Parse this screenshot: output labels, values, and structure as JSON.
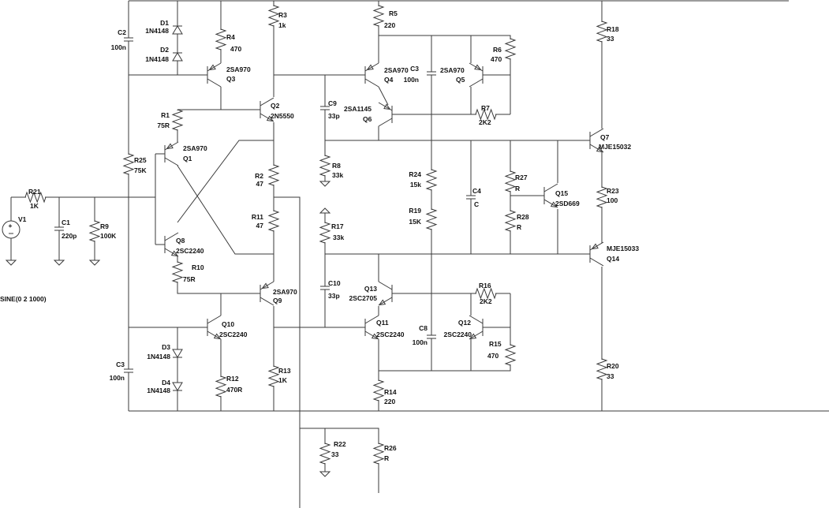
{
  "schematic": {
    "source_spec": "SINE(0 2 1000)",
    "components": [
      {
        "ref": "V1",
        "value": ""
      },
      {
        "ref": "R21",
        "value": "1K"
      },
      {
        "ref": "C1",
        "value": "220p"
      },
      {
        "ref": "R9",
        "value": "100K"
      },
      {
        "ref": "C2",
        "value": "100n"
      },
      {
        "ref": "R25",
        "value": "75K"
      },
      {
        "ref": "C3",
        "value": "100n",
        "id": "C3b"
      },
      {
        "ref": "D1",
        "value": "1N4148"
      },
      {
        "ref": "D2",
        "value": "1N4148"
      },
      {
        "ref": "D3",
        "value": "1N4148"
      },
      {
        "ref": "D4",
        "value": "1N4148"
      },
      {
        "ref": "R4",
        "value": "470"
      },
      {
        "ref": "Q3",
        "value": "2SA970"
      },
      {
        "ref": "R3",
        "value": "1k"
      },
      {
        "ref": "Q2",
        "value": "2N5550"
      },
      {
        "ref": "R1",
        "value": "75R"
      },
      {
        "ref": "Q1",
        "value": "2SA970"
      },
      {
        "ref": "Q8",
        "value": "2SC2240"
      },
      {
        "ref": "R10",
        "value": "75R"
      },
      {
        "ref": "R2",
        "value": "47"
      },
      {
        "ref": "R11",
        "value": "47"
      },
      {
        "ref": "Q9",
        "value": "2SA970"
      },
      {
        "ref": "Q10",
        "value": "2SC2240"
      },
      {
        "ref": "R12",
        "value": "470R"
      },
      {
        "ref": "R13",
        "value": "1K"
      },
      {
        "ref": "R5",
        "value": "220"
      },
      {
        "ref": "Q4",
        "value": "2SA970"
      },
      {
        "ref": "C3",
        "value": "100n",
        "id": "C3t"
      },
      {
        "ref": "Q5",
        "value": "2SA970"
      },
      {
        "ref": "R6",
        "value": "470"
      },
      {
        "ref": "Q6",
        "value": "2SA1145"
      },
      {
        "ref": "R7",
        "value": "2K2"
      },
      {
        "ref": "C9",
        "value": "33p"
      },
      {
        "ref": "R8",
        "value": "33k"
      },
      {
        "ref": "R24",
        "value": "15k"
      },
      {
        "ref": "R19",
        "value": "15K"
      },
      {
        "ref": "C4",
        "value": "C"
      },
      {
        "ref": "R27",
        "value": "R"
      },
      {
        "ref": "R28",
        "value": "R"
      },
      {
        "ref": "Q15",
        "value": "2SD669"
      },
      {
        "ref": "R18",
        "value": "33"
      },
      {
        "ref": "Q7",
        "value": "MJE15032"
      },
      {
        "ref": "R23",
        "value": "100"
      },
      {
        "ref": "Q14",
        "value": "MJE15033"
      },
      {
        "ref": "R17",
        "value": "33k"
      },
      {
        "ref": "C10",
        "value": "33p"
      },
      {
        "ref": "Q13",
        "value": "2SC2705"
      },
      {
        "ref": "Q11",
        "value": "2SC2240"
      },
      {
        "ref": "C8",
        "value": "100n"
      },
      {
        "ref": "Q12",
        "value": "2SC2240"
      },
      {
        "ref": "R16",
        "value": "2K2"
      },
      {
        "ref": "R15",
        "value": "470"
      },
      {
        "ref": "R14",
        "value": "220"
      },
      {
        "ref": "R20",
        "value": "33"
      },
      {
        "ref": "R22",
        "value": "33"
      },
      {
        "ref": "R26",
        "value": "R"
      }
    ]
  }
}
